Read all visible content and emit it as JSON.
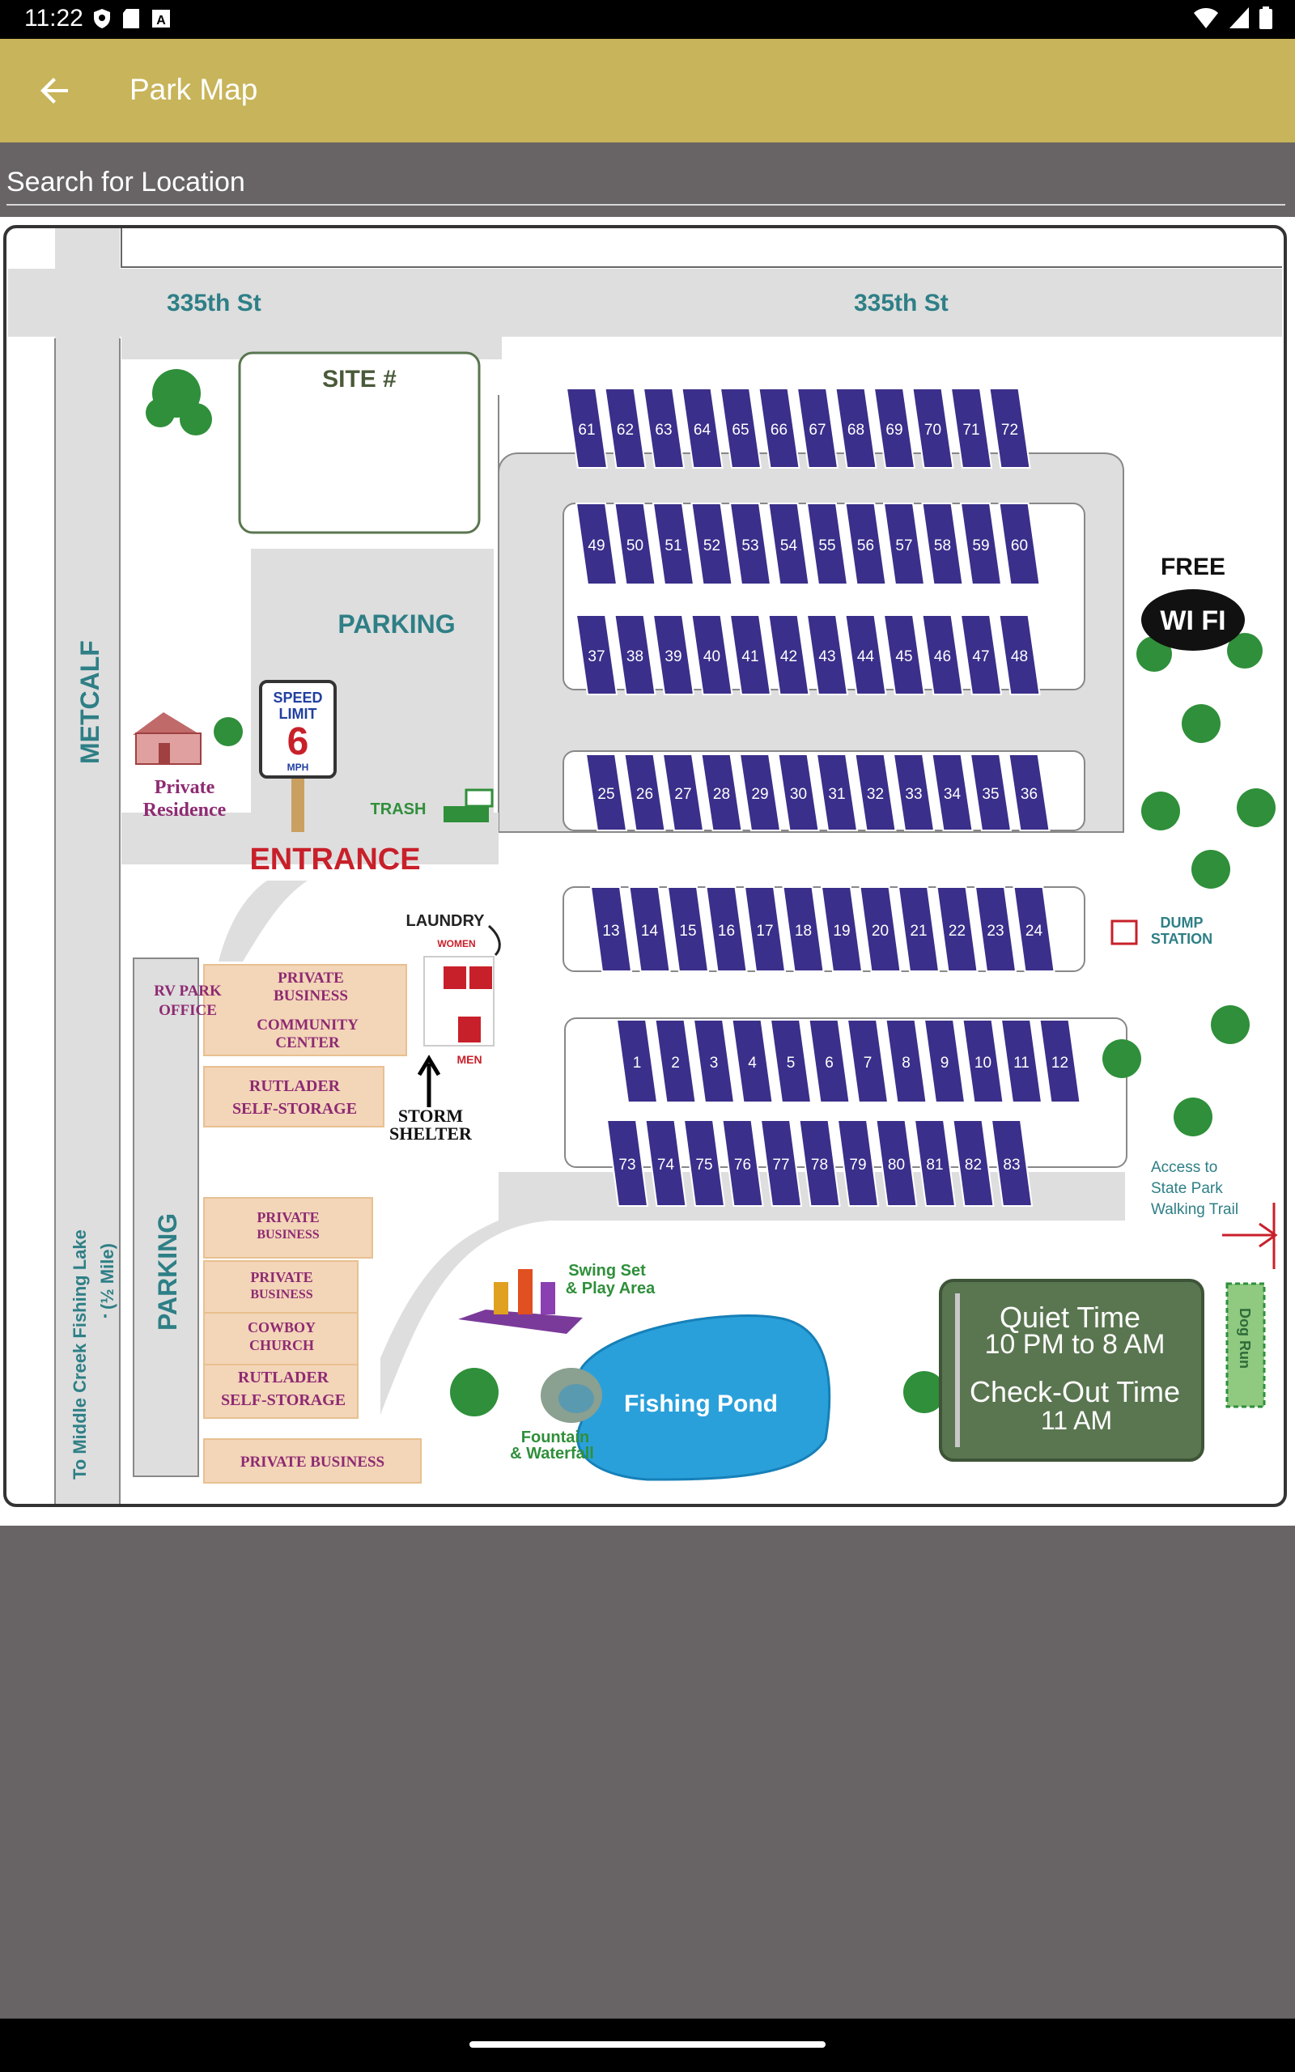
{
  "status_bar": {
    "time": "11:22"
  },
  "app_bar": {
    "title": "Park Map"
  },
  "search": {
    "placeholder": "Search for Location"
  },
  "map": {
    "street_top_left": "335th St",
    "street_top_right": "335th St",
    "street_left": "METCALF",
    "site_box": "SITE #",
    "parking_top": "PARKING",
    "parking_left": "PARKING",
    "entrance": "ENTRANCE",
    "speed_limit": {
      "line1": "SPEED",
      "line2": "LIMIT",
      "value": "6",
      "unit": "MPH"
    },
    "trash": "TRASH",
    "private_residence": {
      "line1": "Private",
      "line2": "Residence"
    },
    "laundry": "LAUNDRY",
    "women": "WOMEN",
    "men": "MEN",
    "storm_shelter": {
      "line1": "STORM",
      "line2": "SHELTER"
    },
    "rv_office": {
      "line1": "RV PARK",
      "line2": "OFFICE"
    },
    "private_business_1": {
      "line1": "PRIVATE",
      "line2": "BUSINESS"
    },
    "community_center": {
      "line1": "COMMUNITY",
      "line2": "CENTER"
    },
    "rutlader_1": {
      "line1": "RUTLADER",
      "line2": "SELF-STORAGE"
    },
    "private_business_2": {
      "line1": "PRIVATE",
      "line2": "BUSINESS"
    },
    "private_business_3": {
      "line1": "PRIVATE",
      "line2": "BUSINESS"
    },
    "cowboy_church": {
      "line1": "COWBOY",
      "line2": "CHURCH"
    },
    "rutlader_2": {
      "line1": "RUTLADER",
      "line2": "SELF-STORAGE"
    },
    "private_business_4": "PRIVATE BUSINESS",
    "fishing_lake": {
      "line1": "To Middle Creek Fishing Lake",
      "line2": "(½ Mile)"
    },
    "swing_set": {
      "line1": "Swing Set",
      "line2": "& Play Area"
    },
    "fountain": {
      "line1": "Fountain",
      "line2": "& Waterfall"
    },
    "fishing_pond": "Fishing Pond",
    "free": "FREE",
    "wifi": "WI FI",
    "dump_station": {
      "line1": "DUMP",
      "line2": "STATION"
    },
    "access_trail": {
      "line1": "Access to",
      "line2": "State Park",
      "line3": "Walking Trail"
    },
    "dog_run": "Dog Run",
    "quiet_time": {
      "label": "Quiet Time",
      "hours": "10 PM to 8 AM"
    },
    "checkout_time": {
      "label": "Check-Out Time",
      "hours": "11 AM"
    },
    "sites": {
      "row1": [
        "61",
        "62",
        "63",
        "64",
        "65",
        "66",
        "67",
        "68",
        "69",
        "70",
        "71",
        "72"
      ],
      "row2": [
        "49",
        "50",
        "51",
        "52",
        "53",
        "54",
        "55",
        "56",
        "57",
        "58",
        "59",
        "60"
      ],
      "row3": [
        "37",
        "38",
        "39",
        "40",
        "41",
        "42",
        "43",
        "44",
        "45",
        "46",
        "47",
        "48"
      ],
      "row4": [
        "25",
        "26",
        "27",
        "28",
        "29",
        "30",
        "31",
        "32",
        "33",
        "34",
        "35",
        "36"
      ],
      "row5": [
        "13",
        "14",
        "15",
        "16",
        "17",
        "18",
        "19",
        "20",
        "21",
        "22",
        "23",
        "24"
      ],
      "row6": [
        "1",
        "2",
        "3",
        "4",
        "5",
        "6",
        "7",
        "8",
        "9",
        "10",
        "11",
        "12"
      ],
      "row7": [
        "73",
        "74",
        "75",
        "76",
        "77",
        "78",
        "79",
        "80",
        "81",
        "82",
        "83"
      ]
    },
    "colors": {
      "site": "#3a2f8a",
      "road": "#dcdcdc",
      "street_text": "#2e7f86",
      "accent_red": "#c8202a",
      "building": "#f3d5b8",
      "building_text": "#8e2a72",
      "pond": "#2aa0db",
      "sign": "#5a7650",
      "tree": "#2f8f3a"
    }
  }
}
